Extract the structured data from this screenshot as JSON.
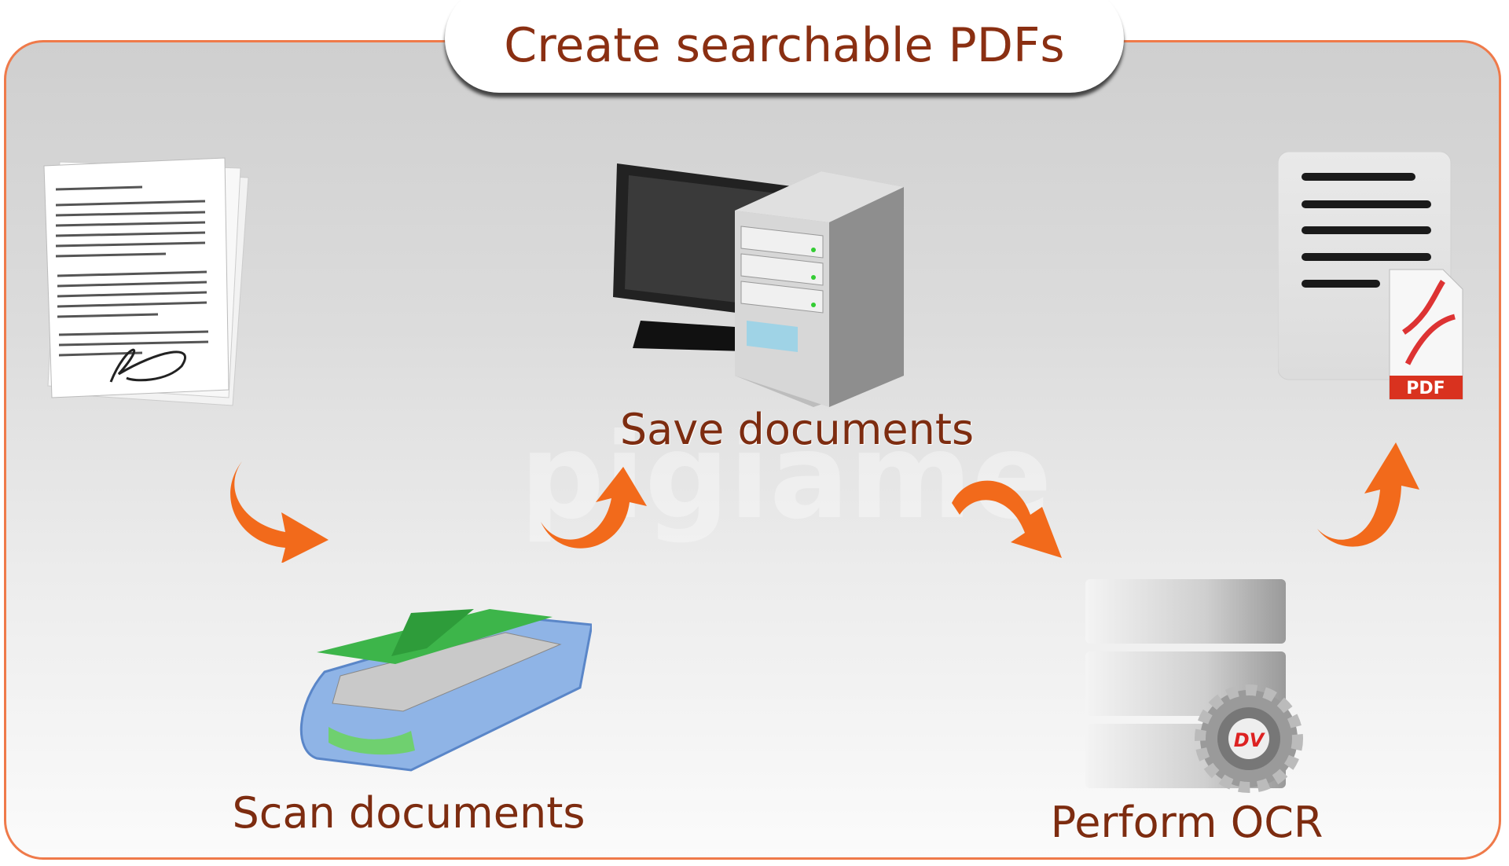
{
  "title": "Create searchable PDFs",
  "steps": {
    "save": "Save documents",
    "scan": "Scan documents",
    "ocr": "Perform OCR"
  },
  "pdf_badge": "PDF",
  "ocr_logo": "DV",
  "watermark": "pigiame",
  "colors": {
    "accent": "#ef7a4a",
    "text": "#7d2c10",
    "arrow": "#f26a1b"
  }
}
